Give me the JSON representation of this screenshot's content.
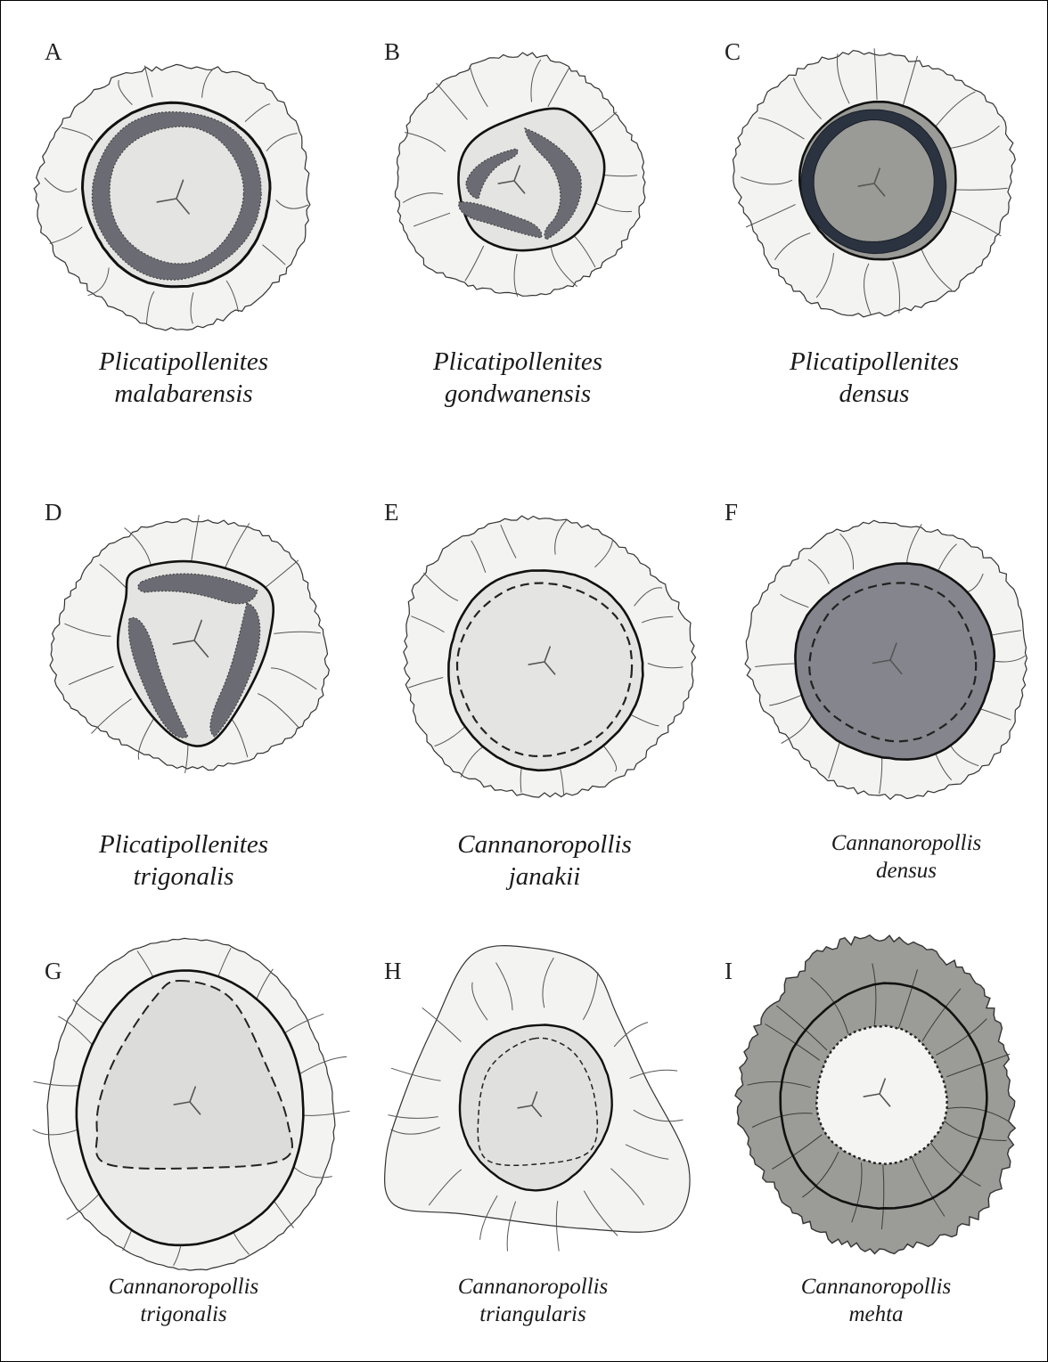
{
  "panels": [
    {
      "letter": "A",
      "genus": "Plicatipollenites",
      "species": "malabarensis"
    },
    {
      "letter": "B",
      "genus": "Plicatipollenites",
      "species": "gondwanensis"
    },
    {
      "letter": "C",
      "genus": "Plicatipollenites",
      "species": "densus"
    },
    {
      "letter": "D",
      "genus": "Plicatipollenites",
      "species": "trigonalis"
    },
    {
      "letter": "E",
      "genus": "Cannanoropollis",
      "species": "janakii"
    },
    {
      "letter": "F",
      "genus": "Cannanoropollis",
      "species": "densus"
    },
    {
      "letter": "G",
      "genus": "Cannanoropollis",
      "species": "trigonalis"
    },
    {
      "letter": "H",
      "genus": "Cannanoropollis",
      "species": "triangularis"
    },
    {
      "letter": "I",
      "genus": "Cannanoropollis",
      "species": "mehta"
    }
  ],
  "colors": {
    "saccus_light": "#f3f3f1",
    "body_light": "#e4e4e2",
    "fold_dark": "#6b6b73",
    "body_medium": "#9a9a96",
    "band_navy": "#2b3340",
    "body_slate": "#85858d",
    "saccus_dark": "#9b9b97",
    "outline": "#111111"
  }
}
